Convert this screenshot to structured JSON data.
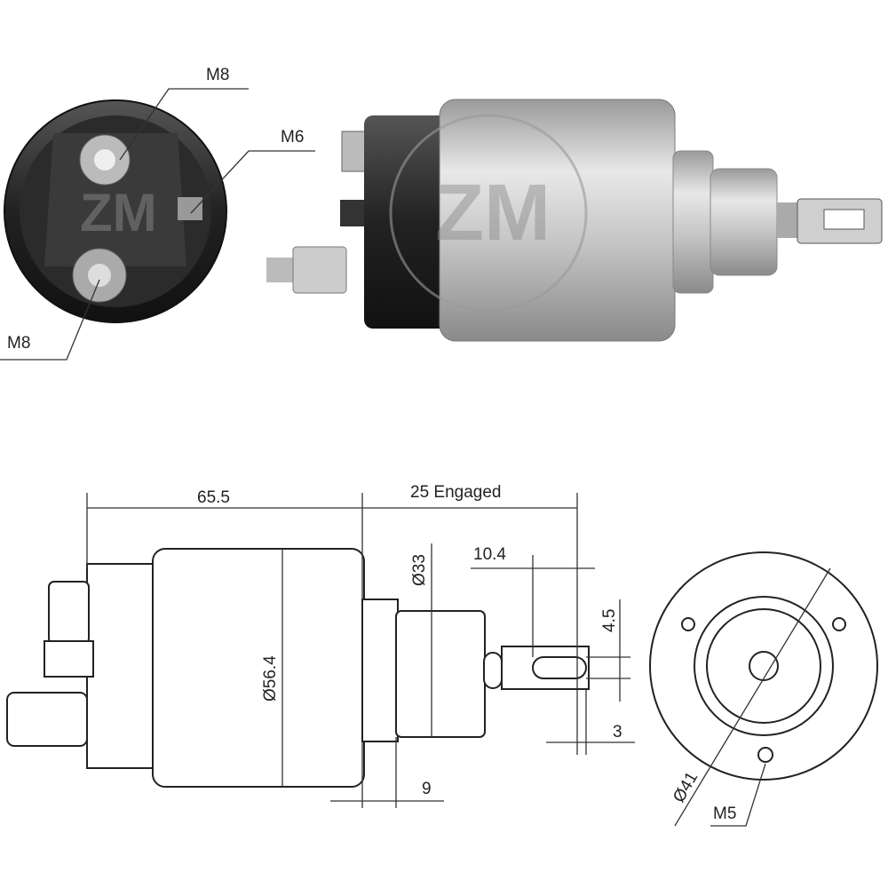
{
  "title": "Starter solenoid technical drawing",
  "photo_labels": {
    "end_top": "M8",
    "end_side": "M6",
    "end_bottom": "M8"
  },
  "dimensions": {
    "body_length": "65.5",
    "plunger_travel": "25 Engaged",
    "plunger_diameter": "Ø33",
    "slot_offset": "10.4",
    "slot_width": "4.5",
    "body_diameter": "Ø56.4",
    "tab_thickness": "3",
    "flange_depth": "9",
    "bolt_circle": "Ø41",
    "mount_thread": "M5"
  },
  "watermark": "ZM",
  "colors": {
    "line": "#222222",
    "metal": "#b8b8b8",
    "dark": "#2a2a2a"
  }
}
